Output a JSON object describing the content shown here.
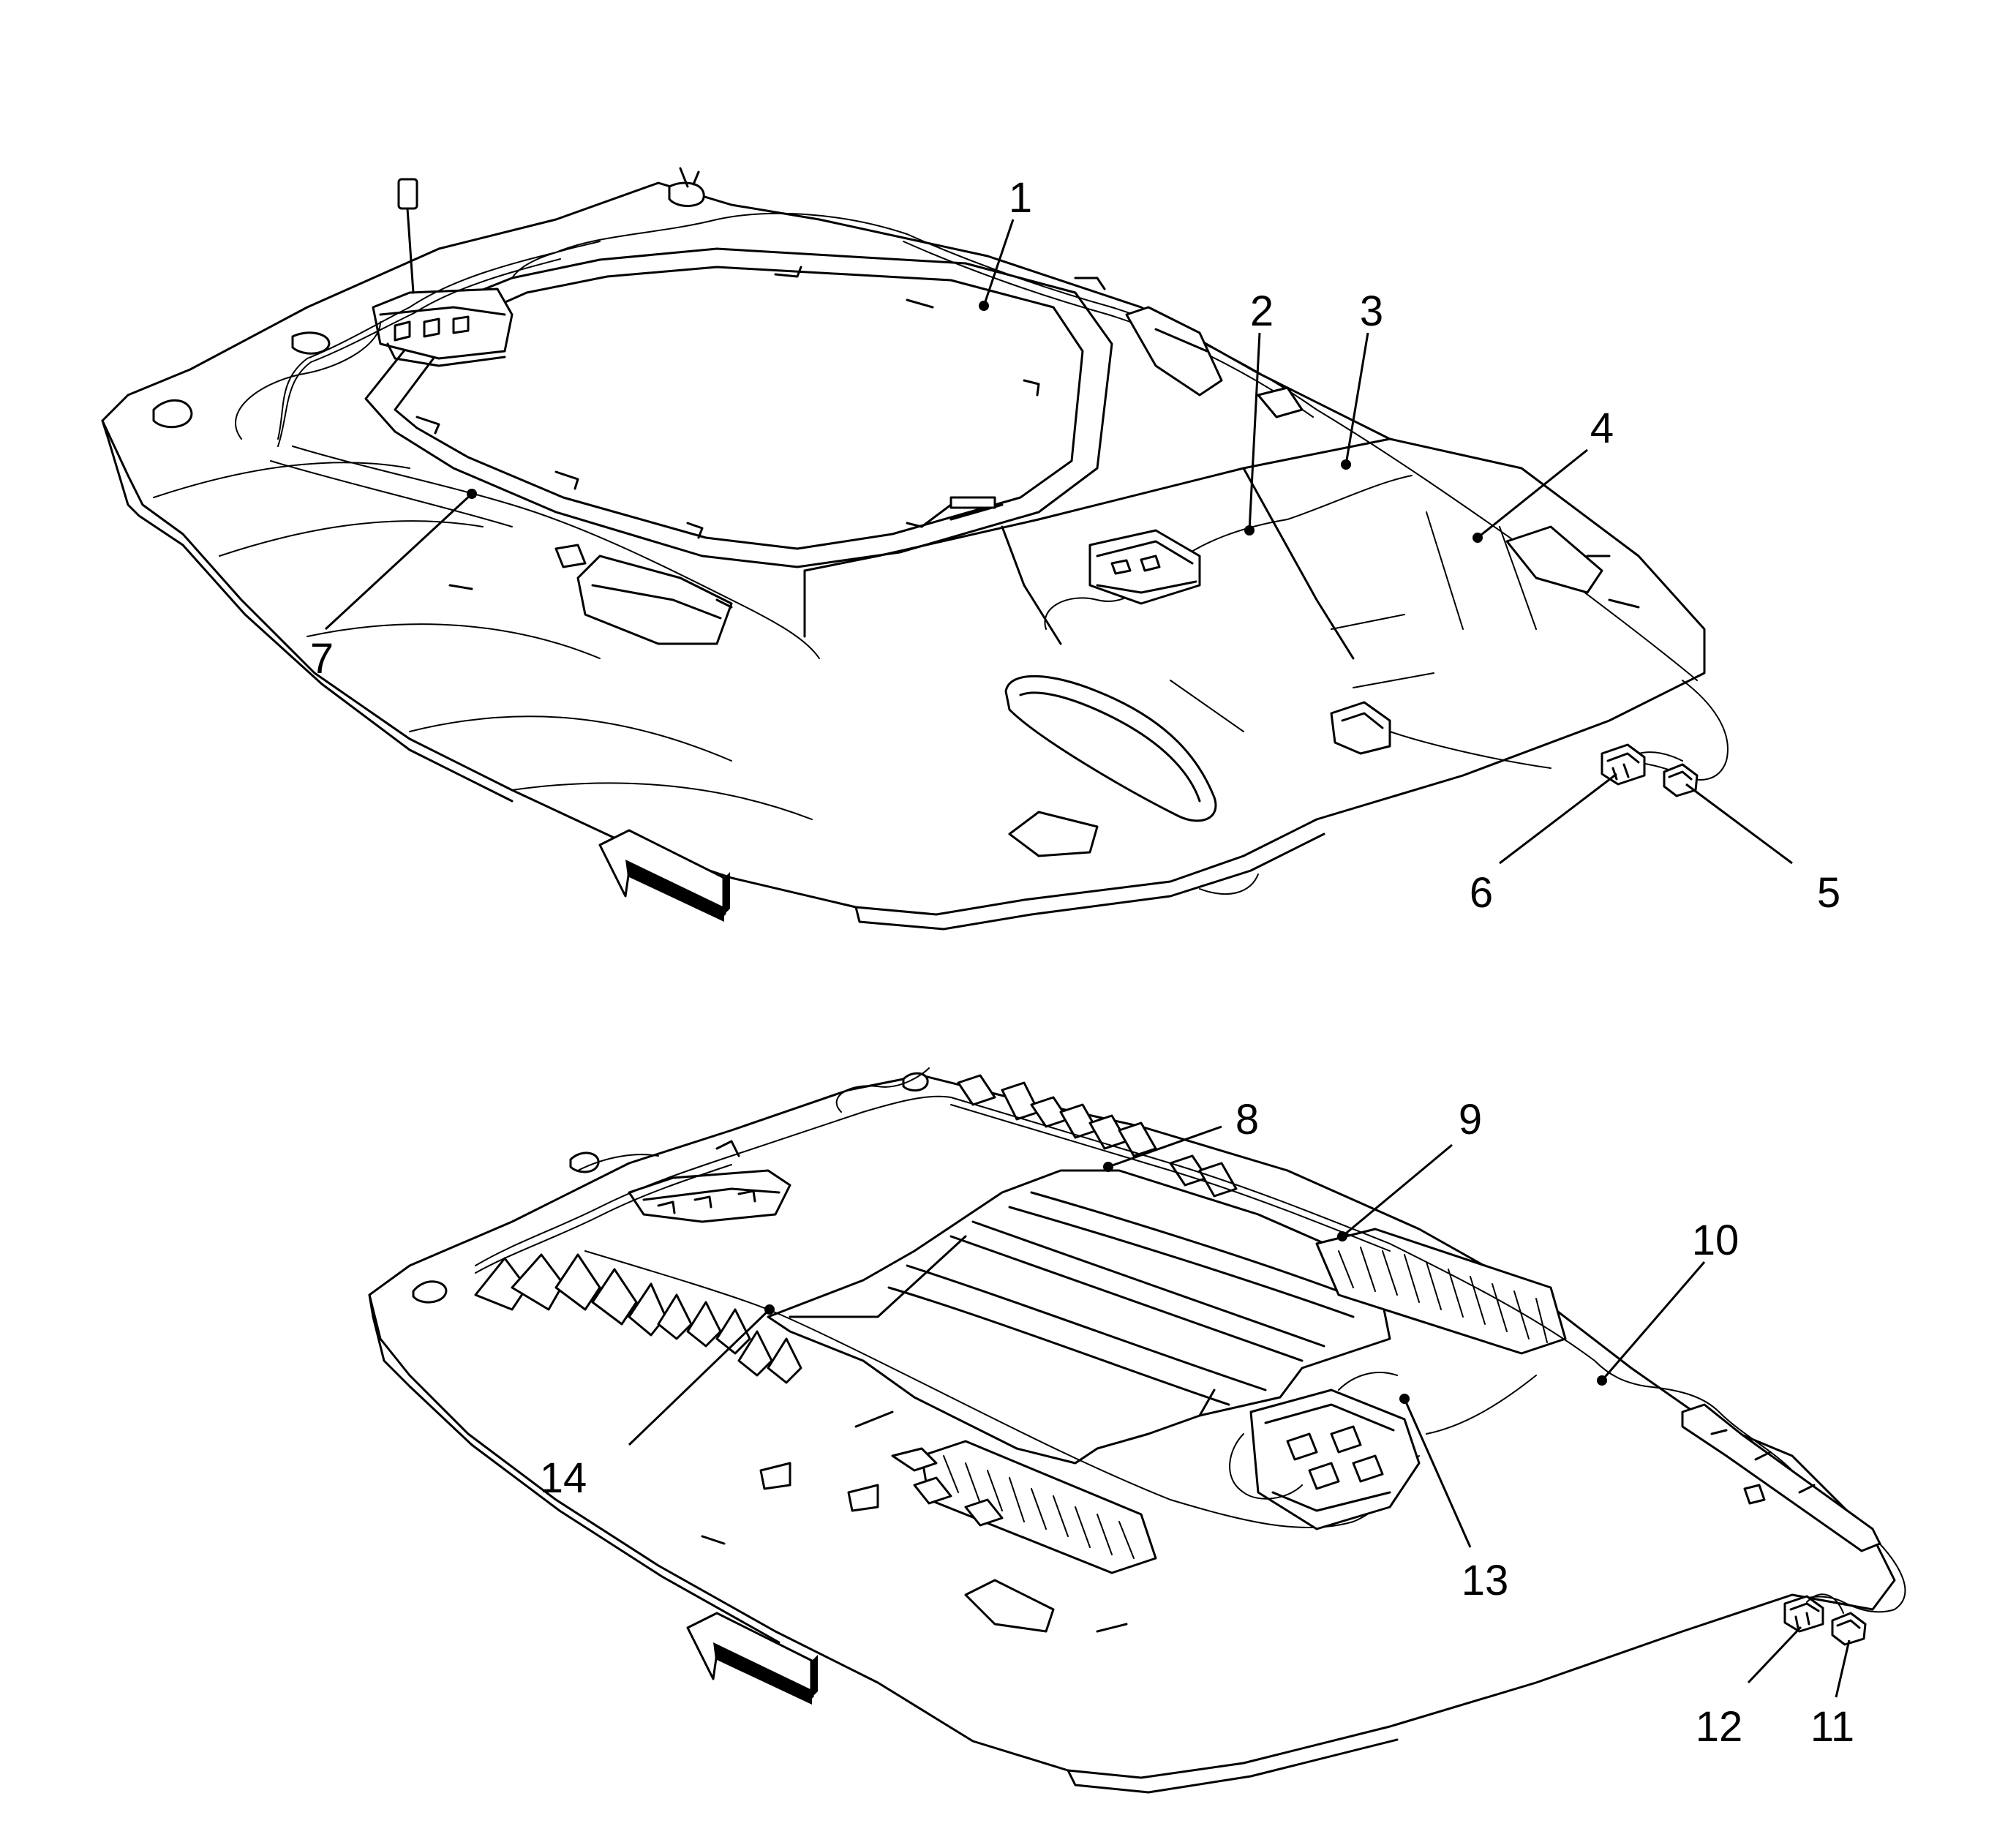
{
  "callouts": [
    {
      "id": "1",
      "label": "1"
    },
    {
      "id": "2",
      "label": "2"
    },
    {
      "id": "3",
      "label": "3"
    },
    {
      "id": "4",
      "label": "4"
    },
    {
      "id": "5",
      "label": "5"
    },
    {
      "id": "6",
      "label": "6"
    },
    {
      "id": "7",
      "label": "7"
    },
    {
      "id": "8",
      "label": "8"
    },
    {
      "id": "9",
      "label": "9"
    },
    {
      "id": "10",
      "label": "10"
    },
    {
      "id": "11",
      "label": "11"
    },
    {
      "id": "12",
      "label": "12"
    },
    {
      "id": "13",
      "label": "13"
    },
    {
      "id": "14",
      "label": "14"
    }
  ],
  "views": [
    {
      "id": "upper",
      "name": "headliner-with-sunroof",
      "direction_icon": "front-arrow-icon"
    },
    {
      "id": "lower",
      "name": "headliner-without-sunroof",
      "direction_icon": "front-arrow-icon"
    }
  ]
}
